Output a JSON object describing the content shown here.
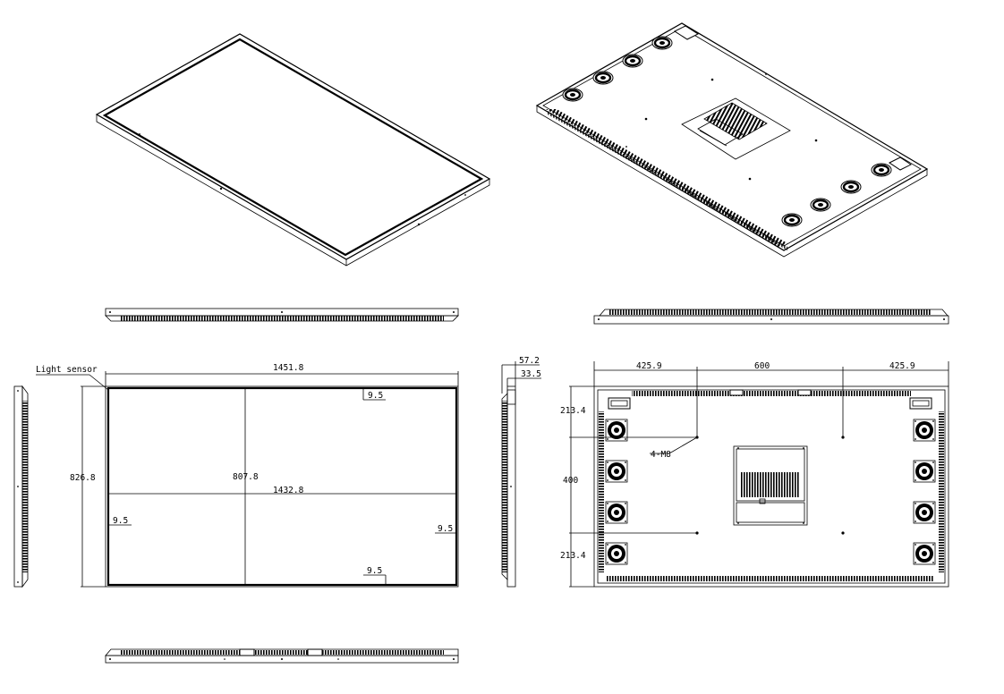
{
  "labels": {
    "light_sensor": "Light sensor",
    "front_width": "1451.8",
    "front_height": "826.8",
    "active_width": "1432.8",
    "active_height": "807.8",
    "bezel_top": "9.5",
    "bezel_left": "9.5",
    "bezel_right": "9.5",
    "bezel_bottom": "9.5",
    "side_depth": "57.2",
    "side_depth_inner": "33.5",
    "back_left": "425.9",
    "back_center": "600",
    "back_right": "425.9",
    "back_top": "213.4",
    "back_mid": "400",
    "back_bottom": "213.4",
    "mount": "4-M8"
  },
  "icons": {
    "fan": "fan-icon",
    "vent": "vent-grille-icon",
    "mount_hole": "mount-hole-icon"
  },
  "colors": {
    "ink": "#000000",
    "paper": "#ffffff"
  }
}
